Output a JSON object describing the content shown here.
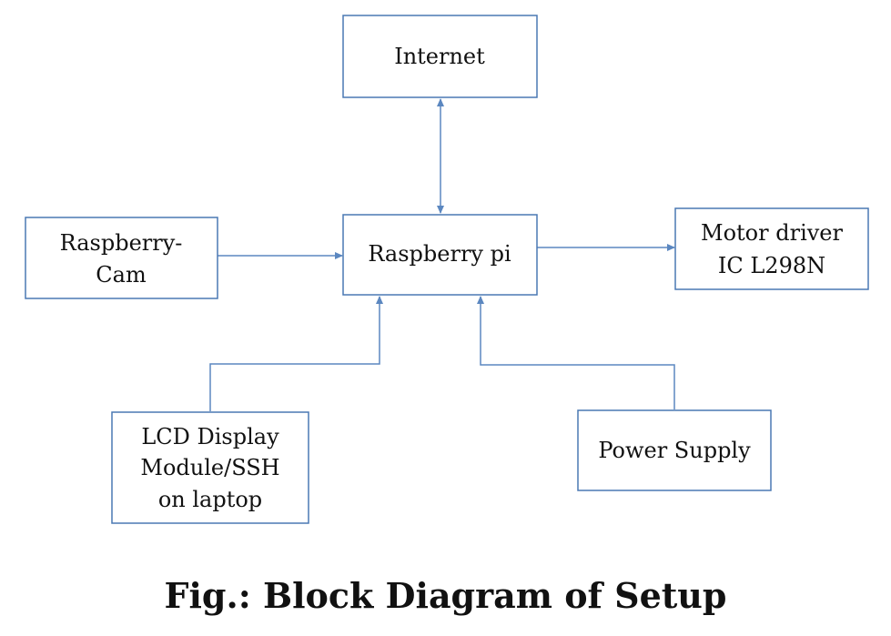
{
  "diagram": {
    "blocks": {
      "internet": [
        "Internet"
      ],
      "raspberry_pi": [
        "Raspberry pi"
      ],
      "raspberry_cam": [
        "Raspberry-",
        "Cam"
      ],
      "motor_driver": [
        "Motor driver",
        "IC L298N"
      ],
      "lcd_display": [
        "LCD Display",
        "Module/SSH",
        "on laptop"
      ],
      "power_supply": [
        "Power Supply"
      ]
    },
    "colors": {
      "box_stroke": "#4a78b4",
      "arrow": "#5b87c0",
      "text": "#111111"
    }
  },
  "caption": "Fig.: Block Diagram of Setup"
}
